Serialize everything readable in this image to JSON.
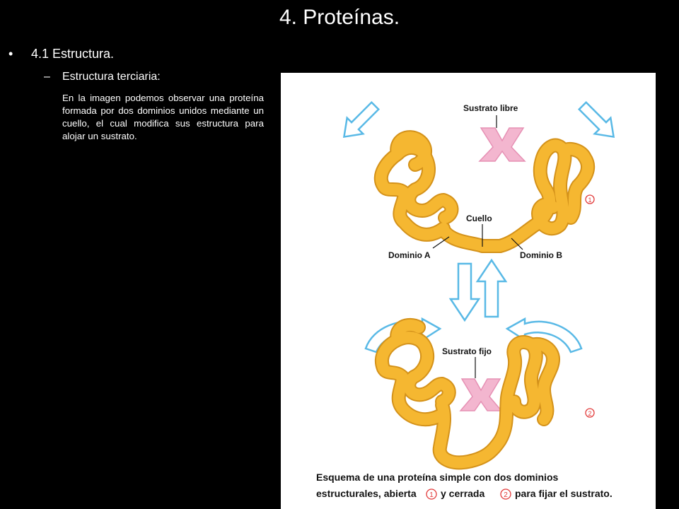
{
  "slide": {
    "title": "4. Proteínas.",
    "bullet1": "4.1 Estructura.",
    "bullet1_mark": "•",
    "bullet2": "Estructura terciaria:",
    "bullet2_mark": "–",
    "body": "En la imagen podemos observar una proteína formada por dos dominios unidos mediante un cuello, el cual modifica sus estructura para alojar un sustrato."
  },
  "figure": {
    "label_free_substrate": "Sustrato libre",
    "label_neck": "Cuello",
    "label_domain_a": "Dominio A",
    "label_domain_b": "Dominio B",
    "label_fixed_substrate": "Sustrato fijo",
    "substrate_letter": "X",
    "marker_1": "1",
    "marker_2": "2",
    "caption_line1": "Esquema de una proteína simple con dos dominios",
    "caption_line2a": "estructurales, abierta",
    "caption_line2b": "y cerrada",
    "caption_line2c": "para fijar el sustrato.",
    "colors": {
      "protein": "#f5b731",
      "protein_edge": "#d4921a",
      "substrate": "#f3b6cf",
      "arrow": "#59b9e6",
      "marker": "#e23a3a"
    }
  }
}
